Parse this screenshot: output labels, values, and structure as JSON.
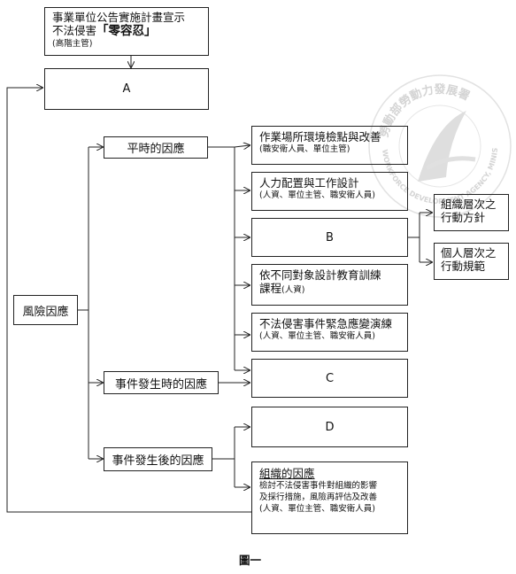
{
  "top_box": {
    "line1": "事業單位公告實施計畫宣示",
    "line2_prefix": "不法侵害",
    "line2_emph": "「零容忍」",
    "note": "(高階主管)"
  },
  "box_a": "A",
  "risk_response": "風險因應",
  "phases": {
    "normal": "平時的因應",
    "during": "事件發生時的因應",
    "after": "事件發生後的因應"
  },
  "items": {
    "env_check_title": "作業場所環境檢點與改善",
    "env_check_note": "(職安衛人員、單位主管)",
    "staffing_title": "人力配置與工作設計",
    "staffing_note": "(人資、單位主管、職安衛人員)",
    "box_b": "B",
    "training_title": "依不同對象設計教育訓練",
    "training_title2": "課程",
    "training_note": "(人資)",
    "emergency_title": "不法侵害事件緊急應變演練",
    "emergency_note": "(人資、單位主管、職安衛人員)",
    "box_c": "C",
    "box_d": "D",
    "org_title": "組織的因應",
    "org_desc1": "檢討不法侵害事件對組織的影響",
    "org_desc2": "及採行措施，風險再評估及改善",
    "org_note": "(人資、單位主管、職安衛人員)"
  },
  "b_children": {
    "org_policy": "組織層次之行動方針",
    "personal": "個人層次之行動規範"
  },
  "watermark": {
    "text_top": "勞動部勞動力發展署",
    "text_bottom": "WORKFORCE DEVELOPMENT AGENCY, MINISTRY OF LABOR"
  },
  "caption": "圖一",
  "colors": {
    "line": "#222222",
    "watermark": "#d9d9d9"
  }
}
